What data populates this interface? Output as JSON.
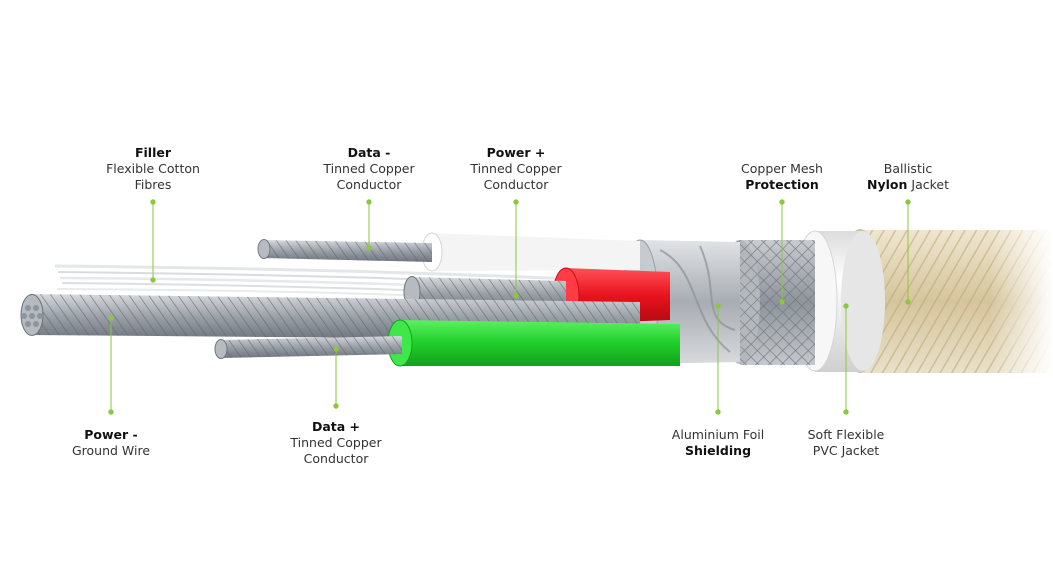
{
  "colors": {
    "leader_line": "#8dc63f",
    "data_plus_insulation": "#1fcf2a",
    "power_plus_insulation": "#e8121c",
    "data_minus_insulation": "#f4f4f4",
    "pvc_jacket": "#f2f2f2",
    "nylon_jacket": "#d9cba8",
    "conductor": "#a9afb6"
  },
  "labels": {
    "filler": {
      "title": "Filler",
      "line1": "Flexible Cotton",
      "line2": "Fibres"
    },
    "data_minus": {
      "title": "Data -",
      "line1": "Tinned Copper",
      "line2": "Conductor"
    },
    "power_plus": {
      "title": "Power +",
      "line1": "Tinned Copper",
      "line2": "Conductor"
    },
    "copper_mesh": {
      "line1": "Copper Mesh",
      "title": "Protection"
    },
    "nylon": {
      "line1": "Ballistic",
      "bold": "Nylon",
      "rest": " Jacket"
    },
    "power_minus": {
      "title": "Power -",
      "line1": "Ground Wire"
    },
    "data_plus": {
      "title": "Data +",
      "line1": "Tinned Copper",
      "line2": "Conductor"
    },
    "foil": {
      "line1": "Aluminium Foil",
      "title": "Shielding"
    },
    "pvc": {
      "line1": "Soft Flexible",
      "line2": "PVC Jacket"
    }
  }
}
